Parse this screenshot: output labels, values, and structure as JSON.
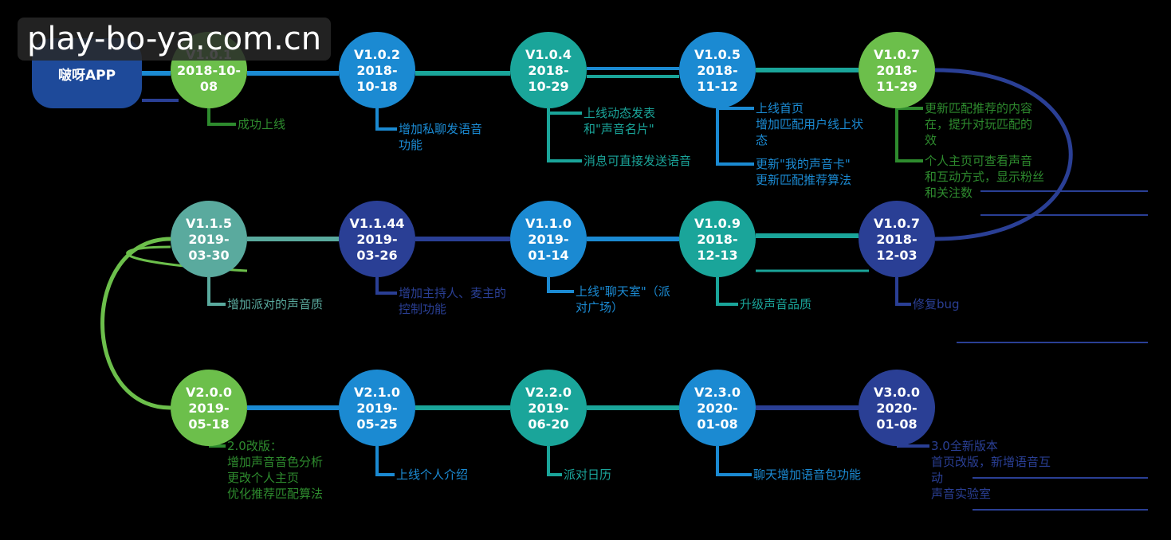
{
  "watermark": "play-bo-ya.com.cn",
  "app": {
    "label": "啵呀APP"
  },
  "colors": {
    "green": "#6cbf4b",
    "teal": "#1aa59a",
    "blue": "#1b8ad2",
    "navy": "#2a3f95",
    "sage": "#5aaa9e",
    "darkgreen": "#2e8b2e"
  },
  "nodes": [
    {
      "id": "n1",
      "version": "V1.0.1",
      "date": "2018-10-\n08",
      "color": "green"
    },
    {
      "id": "n2",
      "version": "V1.0.2",
      "date": "2018-\n10-18",
      "color": "blue"
    },
    {
      "id": "n3",
      "version": "V1.0.4",
      "date": "2018-\n10-29",
      "color": "teal"
    },
    {
      "id": "n4",
      "version": "V1.0.5",
      "date": "2018-\n11-12",
      "color": "blue"
    },
    {
      "id": "n5",
      "version": "V1.0.7",
      "date": "2018-\n11-29",
      "color": "green"
    },
    {
      "id": "n6",
      "version": "V1.0.7",
      "date": "2018-\n12-03",
      "color": "navy"
    },
    {
      "id": "n7",
      "version": "V1.0.9",
      "date": "2018-\n12-13",
      "color": "teal"
    },
    {
      "id": "n8",
      "version": "V1.1.0",
      "date": "2019-\n01-14",
      "color": "blue"
    },
    {
      "id": "n9",
      "version": "V1.1.44",
      "date": "2019-\n03-26",
      "color": "navy"
    },
    {
      "id": "n10",
      "version": "V1.1.5",
      "date": "2019-\n03-30",
      "color": "sage"
    },
    {
      "id": "n11",
      "version": "V2.0.0",
      "date": "2019-\n05-18",
      "color": "green"
    },
    {
      "id": "n12",
      "version": "V2.1.0",
      "date": "2019-\n05-25",
      "color": "blue"
    },
    {
      "id": "n13",
      "version": "V2.2.0",
      "date": "2019-\n06-20",
      "color": "teal"
    },
    {
      "id": "n14",
      "version": "V2.3.0",
      "date": "2020-\n01-08",
      "color": "blue"
    },
    {
      "id": "n15",
      "version": "V3.0.0",
      "date": "2020-\n01-08",
      "color": "navy"
    }
  ],
  "notes": [
    {
      "node": "n1",
      "text": "成功上线",
      "color": "darkgreen"
    },
    {
      "node": "n2",
      "text": "增加私聊发语音\n功能",
      "color": "blue"
    },
    {
      "node": "n3",
      "text": "上线动态发表\n和\"声音名片\"",
      "color": "teal"
    },
    {
      "node": "n3",
      "text": "消息可直接发送语音",
      "color": "teal"
    },
    {
      "node": "n4",
      "text": "上线首页\n增加匹配用户线上状\n态",
      "color": "blue"
    },
    {
      "node": "n4",
      "text": "更新\"我的声音卡\"\n更新匹配推荐算法",
      "color": "blue"
    },
    {
      "node": "n5",
      "text": "更新匹配推荐的内容\n在，提升对玩匹配的\n效",
      "color": "darkgreen"
    },
    {
      "node": "n5",
      "text": "个人主页可查看声音\n和互动方式，显示粉丝\n和关注数",
      "color": "darkgreen"
    },
    {
      "node": "n6",
      "text": "修复bug",
      "color": "navy"
    },
    {
      "node": "n7",
      "text": "升级声音品质",
      "color": "teal"
    },
    {
      "node": "n8",
      "text": "上线\"聊天室\"（派\n对广场）",
      "color": "blue"
    },
    {
      "node": "n9",
      "text": "增加主持人、麦主的\n控制功能",
      "color": "navy"
    },
    {
      "node": "n10",
      "text": "增加派对的声音质",
      "color": "sage"
    },
    {
      "node": "n11",
      "text": "2.0改版：\n增加声音音色分析\n更改个人主页\n优化推荐匹配算法",
      "color": "darkgreen"
    },
    {
      "node": "n12",
      "text": "上线个人介绍",
      "color": "blue"
    },
    {
      "node": "n13",
      "text": "派对日历",
      "color": "teal"
    },
    {
      "node": "n14",
      "text": "聊天增加语音包功能",
      "color": "blue"
    },
    {
      "node": "n15",
      "text": "3.0全新版本\n首页改版，新增语音互\n动\n声音实验室",
      "color": "navy"
    }
  ]
}
